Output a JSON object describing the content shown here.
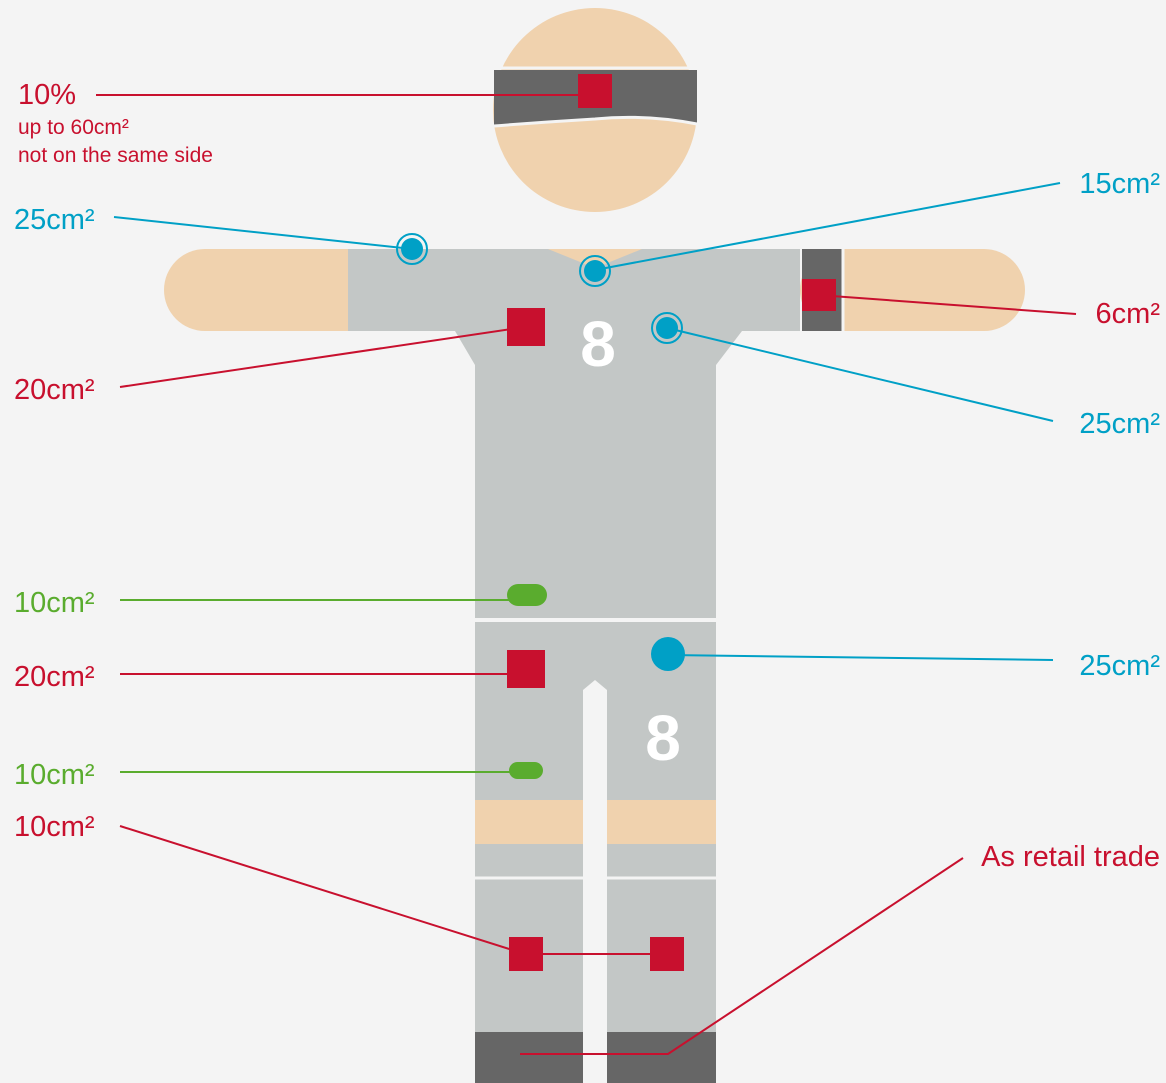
{
  "colors": {
    "background": "#f4f4f4",
    "skin": "#f0d2ae",
    "kit": "#c3c7c6",
    "band": "#666666",
    "red": "#c8102e",
    "blue": "#00a0c6",
    "green": "#5aac2e",
    "number": "#ffffff"
  },
  "player": {
    "shirt_number": "8",
    "shorts_number": "8"
  },
  "labels": {
    "headband_pct": "10%",
    "headband_line1": "up to 60cm²",
    "headband_line2": "not on the same side",
    "shoulder_left": "25cm²",
    "collar": "15cm²",
    "armband": "6cm²",
    "chest_left": "20cm²",
    "chest_right": "25cm²",
    "waist": "10cm²",
    "shorts_left": "20cm²",
    "shorts_right": "25cm²",
    "shorts_small": "10cm²",
    "socks": "10cm²",
    "shoes": "As retail trade"
  }
}
